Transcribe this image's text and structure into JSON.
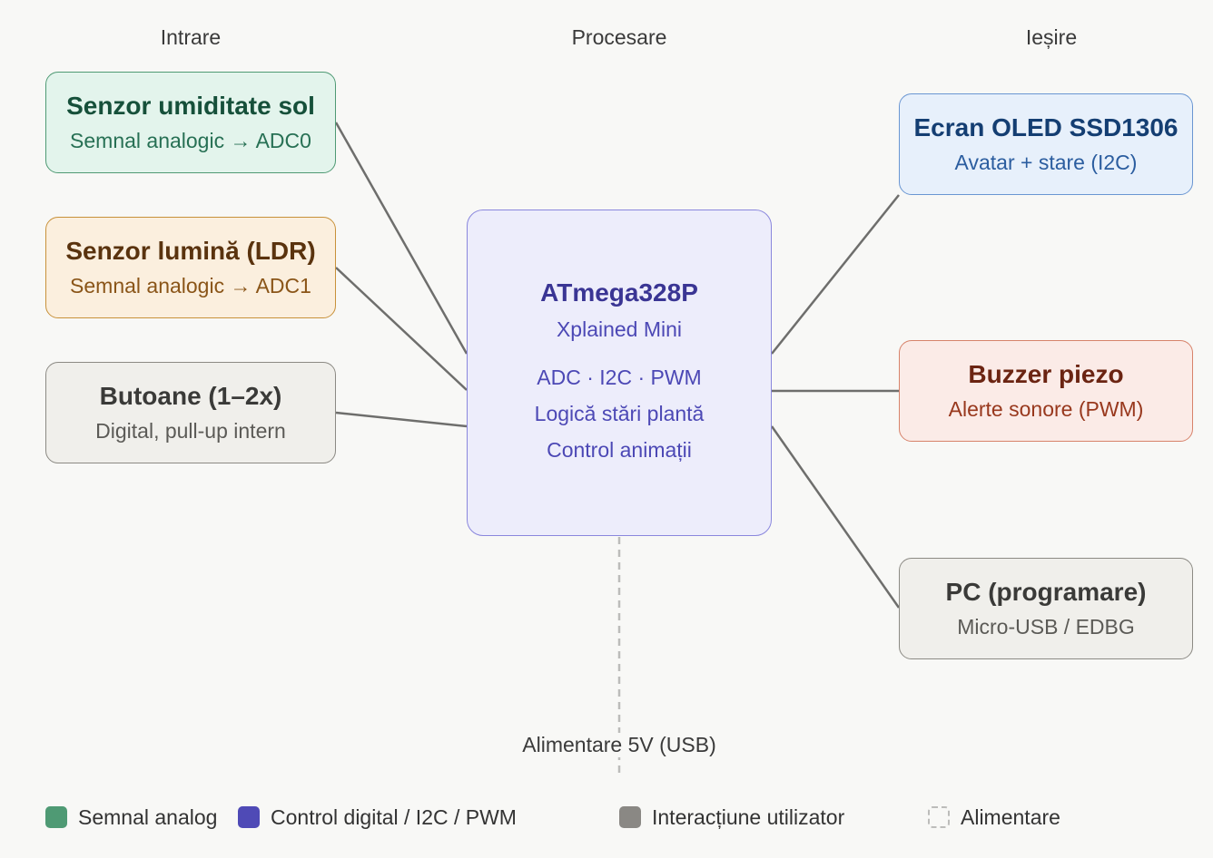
{
  "columns": {
    "input": "Intrare",
    "processing": "Procesare",
    "output": "Ieșire"
  },
  "inputs": [
    {
      "title": "Senzor umiditate sol",
      "subtitle": "Semnal analogic → ADC0"
    },
    {
      "title": "Senzor lumină (LDR)",
      "subtitle": "Semnal analogic → ADC1"
    },
    {
      "title": "Butoane (1–2x)",
      "subtitle": "Digital, pull-up intern"
    }
  ],
  "mcu": {
    "title": "ATmega328P",
    "subtitle": "Xplained Mini",
    "lines": [
      "ADC · I2C · PWM",
      "Logică stări plantă",
      "Control animații"
    ]
  },
  "outputs": [
    {
      "title": "Ecran OLED SSD1306",
      "subtitle": "Avatar + stare (I2C)"
    },
    {
      "title": "Buzzer piezo",
      "subtitle": "Alerte sonore (PWM)"
    },
    {
      "title": "PC (programare)",
      "subtitle": "Micro-USB / EDBG"
    }
  ],
  "power": {
    "label": "Alimentare 5V (USB)"
  },
  "legend": [
    {
      "label": "Semnal analog",
      "color": "#4f9a74"
    },
    {
      "label": "Control digital / I2C / PWM",
      "color": "#4f4ab6"
    },
    {
      "label": "Interacțiune utilizator",
      "color": "#8a8884"
    },
    {
      "label": "Alimentare",
      "color": "dashed"
    }
  ]
}
